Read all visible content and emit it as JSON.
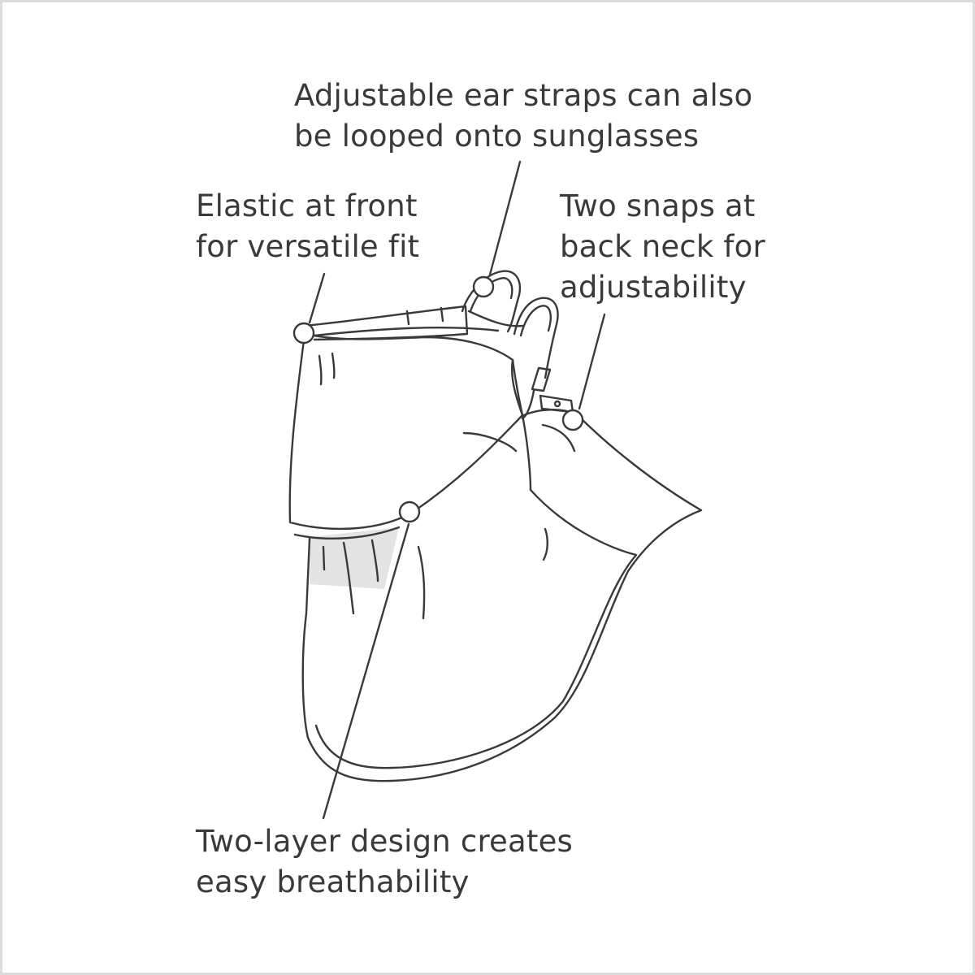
{
  "callouts": {
    "ear_straps": {
      "lines": [
        "Adjustable ear straps can also",
        "be looped onto sunglasses"
      ]
    },
    "elastic": {
      "lines": [
        "Elastic at front",
        "for versatile fit"
      ]
    },
    "snaps": {
      "lines": [
        "Two snaps at",
        "back neck for",
        "adjustability"
      ]
    },
    "two_layer": {
      "lines": [
        "Two-layer design creates",
        "easy breathability"
      ]
    }
  },
  "colors": {
    "line": "#3a3a3a",
    "text": "#3a3a3a",
    "shading": "#e4e4e4",
    "frame": "#dcdcdc",
    "background": "#ffffff"
  },
  "icons": {
    "callout_marker": "circle-marker-icon",
    "product": "face-mask-neck-gaiter-illustration"
  }
}
